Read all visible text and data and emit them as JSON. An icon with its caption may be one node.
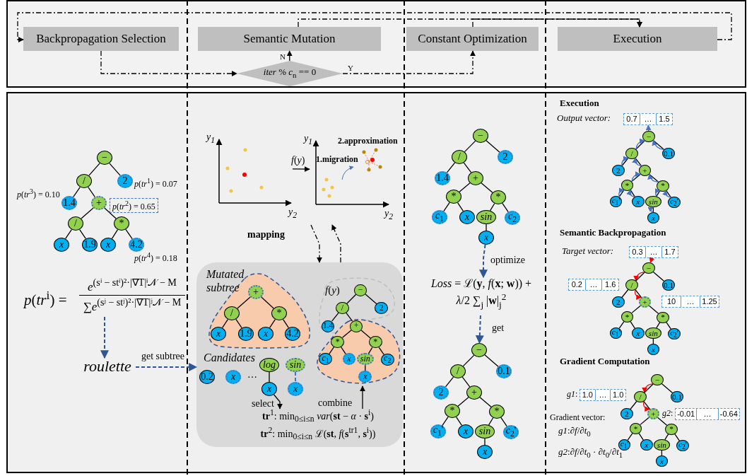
{
  "diagram": {
    "nodes": [
      {
        "text": [
          "Backpropagation Selection"
        ]
      },
      {
        "text": [
          "Semantic Mutation"
        ]
      },
      {
        "text": [
          "Constant Optimization"
        ]
      },
      {
        "text": [
          "Execution"
        ]
      },
      {
        "text": [
          "*iter* % *c*$_{n}$ == 0"
        ]
      },
      {
        "text": [
          "−"
        ]
      },
      {
        "text": [
          "/"
        ]
      },
      {
        "text": [
          "2"
        ],
        "beside": [
          "*p*(*tr*$^{1}$) = 0.07"
        ]
      },
      {
        "text": [
          "1.4"
        ],
        "beside": [
          "*p*(*tr*$^{3}$) = 0.10"
        ]
      },
      {
        "text": [
          "+"
        ],
        "beside": [
          "*p*(*tr*$^{2}$) = 0.65"
        ]
      },
      {
        "text": [
          "/"
        ]
      },
      {
        "text": [
          "*"
        ]
      },
      {
        "text": [
          "x"
        ]
      },
      {
        "text": [
          "1.9"
        ]
      },
      {
        "text": [
          "x"
        ]
      },
      {
        "text": [
          "4.2"
        ],
        "beside": [
          "*p*(*tr*$^{4}$) = 0.18"
        ]
      },
      {
        "text": [
          "*p*(*tr*$^{i}$) =",
          "*e*$^{(sⁱ − stⁱ)²·|∇T|ⁱ𝒩 − M}$",
          "∑*e*$^{(sʲ − stʲ)²·|∇T|ʲ𝒩 − M}$"
        ]
      },
      {
        "text": [
          "roulette"
        ]
      },
      {
        "text": [],
        "shape": "box"
      },
      {
        "text": [
          "Mutated subtree"
        ],
        "in": 18
      },
      {
        "text": [
          "+"
        ],
        "in": 19
      },
      {
        "text": [
          "/"
        ],
        "in": 19
      },
      {
        "text": [
          "*"
        ],
        "in": 19
      },
      {
        "text": [
          "x"
        ],
        "in": 19
      },
      {
        "text": [
          "1.9"
        ],
        "in": 19
      },
      {
        "text": [
          "x"
        ],
        "in": 19
      },
      {
        "text": [
          "4.2"
        ],
        "in": 19
      },
      {
        "text": [
          "*f*(*y*)"
        ],
        "in": 18
      },
      {
        "text": [
          "−"
        ],
        "in": 27
      },
      {
        "text": [
          "/"
        ],
        "in": 27
      },
      {
        "text": [
          "2"
        ],
        "in": 27
      },
      {
        "text": [
          "1.4"
        ],
        "in": 27
      },
      {
        "text": [],
        "shape": "cloud",
        "in": 18
      },
      {
        "text": [
          "+"
        ],
        "in": 32
      },
      {
        "text": [
          "*"
        ],
        "in": 32
      },
      {
        "text": [
          "*"
        ],
        "in": 32
      },
      {
        "text": [
          "*c*$_{1}$"
        ],
        "in": 32
      },
      {
        "text": [
          "x"
        ],
        "in": 32
      },
      {
        "text": [
          "sin"
        ],
        "in": 32
      },
      {
        "text": [
          "*c*$_{2}$"
        ],
        "in": 32
      },
      {
        "text": [
          "x"
        ],
        "in": 32
      },
      {
        "text": [
          "0.2"
        ],
        "in": 18
      },
      {
        "text": [
          "x"
        ],
        "in": 18
      },
      {
        "text": [
          "log"
        ],
        "in": 18
      },
      {
        "text": [
          "x"
        ],
        "in": 18
      },
      {
        "text": [
          "sin"
        ],
        "in": 18
      },
      {
        "text": [
          "x"
        ],
        "in": 18
      },
      {
        "text": [
          "**tr**$^{1}$: min$_{0≤i≤n}$ *var*(**st** − *α* · **s**$^{i}$)",
          "**tr**$^{2}$: min$_{0≤i≤n}$ ℒ(**st**, *f*(**s**$^{tr1}$, **s**$^{i}$))"
        ],
        "in": 18
      },
      {
        "text": [
          "−"
        ]
      },
      {
        "text": [
          "/"
        ]
      },
      {
        "text": [
          "2"
        ]
      },
      {
        "text": [
          "1.4"
        ]
      },
      {
        "text": [
          "+"
        ]
      },
      {
        "text": [
          "*"
        ]
      },
      {
        "text": [
          "*"
        ]
      },
      {
        "text": [
          "*c*$_{1}$"
        ]
      },
      {
        "text": [
          "x"
        ]
      },
      {
        "text": [
          "sin"
        ]
      },
      {
        "text": [
          "*c*$_{2}$"
        ]
      },
      {
        "text": [
          "x"
        ]
      },
      {
        "text": [
          "*Loss* = ℒ(**y**, *f*(**x**; **w**)) +",
          "*λ*/2 ∑$_{j}$ |**w**|$_{j}$$^{2}$"
        ]
      },
      {
        "text": [
          "−"
        ]
      },
      {
        "text": [
          "/"
        ]
      },
      {
        "text": [
          "0.1"
        ]
      },
      {
        "text": [
          "2"
        ]
      },
      {
        "text": [
          "+"
        ]
      },
      {
        "text": [
          "*"
        ]
      },
      {
        "text": [
          "*"
        ]
      },
      {
        "text": [
          "*c*$_{1}$'"
        ]
      },
      {
        "text": [
          "x"
        ]
      },
      {
        "text": [
          "sin"
        ]
      },
      {
        "text": [
          "*c*$_{2}$'"
        ]
      },
      {
        "text": [
          "x"
        ]
      },
      {
        "text": [
          "0.7",
          "…",
          "1.5"
        ]
      },
      {
        "text": [
          "−"
        ]
      },
      {
        "text": [
          "/"
        ]
      },
      {
        "text": [
          "0.1"
        ]
      },
      {
        "text": [
          "2"
        ]
      },
      {
        "text": [
          "+"
        ]
      },
      {
        "text": [
          "*"
        ]
      },
      {
        "text": [
          "*"
        ]
      },
      {
        "text": [
          "*c*$_{1}$'"
        ]
      },
      {
        "text": [
          "x"
        ]
      },
      {
        "text": [
          "sin"
        ]
      },
      {
        "text": [
          "*c*$_{2}$'"
        ]
      },
      {
        "text": [
          "x"
        ]
      },
      {
        "text": [
          "0.3",
          "…",
          "1.7"
        ]
      },
      {
        "text": [
          "−"
        ]
      },
      {
        "text": [
          "/"
        ]
      },
      {
        "text": [
          "0.1"
        ]
      },
      {
        "text": [
          "2"
        ]
      },
      {
        "text": [
          "+"
        ]
      },
      {
        "text": [
          "*"
        ]
      },
      {
        "text": [
          "*"
        ]
      },
      {
        "text": [
          "*c*$_{1}$'"
        ]
      },
      {
        "text": [
          "x"
        ]
      },
      {
        "text": [
          "sin"
        ]
      },
      {
        "text": [
          "*c*$_{2}$'"
        ]
      },
      {
        "text": [
          "x"
        ]
      },
      {
        "text": [
          "0.2",
          "…",
          "1.6"
        ]
      },
      {
        "text": [
          "10",
          "…",
          "1.25"
        ]
      },
      {
        "text": [
          "−"
        ]
      },
      {
        "text": [
          "/"
        ]
      },
      {
        "text": [
          "0.1"
        ]
      },
      {
        "text": [
          "2"
        ]
      },
      {
        "text": [
          "+"
        ]
      },
      {
        "text": [
          "*"
        ]
      },
      {
        "text": [
          "*"
        ]
      },
      {
        "text": [
          "*c*$_{1}$'"
        ]
      },
      {
        "text": [
          "x"
        ]
      },
      {
        "text": [
          "sin"
        ]
      },
      {
        "text": [
          "*c*$_{2}$'"
        ]
      },
      {
        "text": [
          "x"
        ]
      },
      {
        "text": [
          "1.0",
          "…",
          "1.0"
        ],
        "beside": [
          "*g1*:"
        ]
      },
      {
        "text": [
          "-0.01",
          "…",
          "-0.64"
        ],
        "beside": [
          "*g2*:"
        ]
      },
      {
        "text": [],
        "shape": "picture"
      },
      {
        "text": [],
        "shape": "picture"
      }
    ],
    "edges": [
      {
        "from": 0,
        "to": 4,
        "arrow": "to",
        "style": "dashed"
      },
      {
        "from": 4,
        "to": 1,
        "arrow": "to",
        "style": "dashed",
        "label": "N"
      },
      {
        "from": 4,
        "to": 2,
        "arrow": "to",
        "style": "dashed",
        "label": "Y"
      },
      {
        "from": 1,
        "to": 3,
        "arrow": "to",
        "style": "dashed"
      },
      {
        "from": 2,
        "to": 3,
        "arrow": "to",
        "style": "dashed"
      },
      {
        "from": 3,
        "to": 0,
        "arrow": "to",
        "style": "dashed"
      },
      {
        "from": 5,
        "to": 6,
        "arrow": "none"
      },
      {
        "from": 5,
        "to": 7,
        "arrow": "none"
      },
      {
        "from": 6,
        "to": 8,
        "arrow": "none"
      },
      {
        "from": 6,
        "to": 9,
        "arrow": "none"
      },
      {
        "from": 9,
        "to": 10,
        "arrow": "none"
      },
      {
        "from": 9,
        "to": 11,
        "arrow": "none"
      },
      {
        "from": 10,
        "to": 12,
        "arrow": "none"
      },
      {
        "from": 10,
        "to": 13,
        "arrow": "none"
      },
      {
        "from": 11,
        "to": 14,
        "arrow": "none"
      },
      {
        "from": 11,
        "to": 15,
        "arrow": "none"
      },
      {
        "from": 16,
        "to": 17,
        "arrow": "to",
        "style": "dashed",
        "color": "#2f5597"
      },
      {
        "from": 17,
        "to": 18,
        "arrow": "to",
        "style": "dashed",
        "color": "#2f5597",
        "label": "get subtree"
      },
      {
        "from": 20,
        "to": 21,
        "arrow": "none"
      },
      {
        "from": 20,
        "to": 22,
        "arrow": "none"
      },
      {
        "from": 21,
        "to": 23,
        "arrow": "none"
      },
      {
        "from": 21,
        "to": 24,
        "arrow": "none"
      },
      {
        "from": 22,
        "to": 25,
        "arrow": "none"
      },
      {
        "from": 22,
        "to": 26,
        "arrow": "none"
      },
      {
        "from": 28,
        "to": 29,
        "arrow": "none"
      },
      {
        "from": 28,
        "to": 30,
        "arrow": "none"
      },
      {
        "from": 29,
        "to": 31,
        "arrow": "none"
      },
      {
        "from": 29,
        "to": 33,
        "arrow": "none"
      },
      {
        "from": 33,
        "to": 34,
        "arrow": "none"
      },
      {
        "from": 33,
        "to": 35,
        "arrow": "none"
      },
      {
        "from": 34,
        "to": 36,
        "arrow": "none"
      },
      {
        "from": 34,
        "to": 37,
        "arrow": "none"
      },
      {
        "from": 35,
        "to": 38,
        "arrow": "none"
      },
      {
        "from": 35,
        "to": 39,
        "arrow": "none"
      },
      {
        "from": 38,
        "to": 40,
        "arrow": "none"
      },
      {
        "from": 43,
        "to": 44,
        "arrow": "none"
      },
      {
        "from": 45,
        "to": 46,
        "arrow": "none",
        "style": "dashed",
        "color": "#4472c4"
      },
      {
        "from": 44,
        "to": 47,
        "arrow": "to",
        "label": "select"
      },
      {
        "from": 47,
        "to": 32,
        "arrow": "to",
        "label": "combine"
      },
      {
        "from": 48,
        "to": 49,
        "arrow": "none"
      },
      {
        "from": 48,
        "to": 50,
        "arrow": "none"
      },
      {
        "from": 49,
        "to": 51,
        "arrow": "none"
      },
      {
        "from": 49,
        "to": 52,
        "arrow": "none"
      },
      {
        "from": 52,
        "to": 53,
        "arrow": "none"
      },
      {
        "from": 52,
        "to": 54,
        "arrow": "none"
      },
      {
        "from": 53,
        "to": 55,
        "arrow": "none"
      },
      {
        "from": 53,
        "to": 56,
        "arrow": "none"
      },
      {
        "from": 54,
        "to": 57,
        "arrow": "none"
      },
      {
        "from": 54,
        "to": 58,
        "arrow": "none"
      },
      {
        "from": 57,
        "to": 59,
        "arrow": "none"
      },
      {
        "from": 59,
        "to": 60,
        "arrow": "to",
        "style": "dashed",
        "color": "#2f5597",
        "label": "optimize"
      },
      {
        "from": 60,
        "to": 61,
        "arrow": "to",
        "style": "dashed",
        "color": "#2f5597",
        "label": "get"
      },
      {
        "from": 61,
        "to": 62,
        "arrow": "none"
      },
      {
        "from": 61,
        "to": 63,
        "arrow": "none"
      },
      {
        "from": 62,
        "to": 64,
        "arrow": "none"
      },
      {
        "from": 62,
        "to": 65,
        "arrow": "none"
      },
      {
        "from": 65,
        "to": 66,
        "arrow": "none"
      },
      {
        "from": 65,
        "to": 67,
        "arrow": "none"
      },
      {
        "from": 66,
        "to": 68,
        "arrow": "none"
      },
      {
        "from": 66,
        "to": 69,
        "arrow": "none"
      },
      {
        "from": 67,
        "to": 70,
        "arrow": "none"
      },
      {
        "from": 67,
        "to": 71,
        "arrow": "none"
      },
      {
        "from": 70,
        "to": 72,
        "arrow": "none"
      },
      {
        "from": 74,
        "to": 73,
        "arrow": "to",
        "color": "#4472c4"
      },
      {
        "from": 74,
        "to": 75,
        "arrow": "none"
      },
      {
        "from": 74,
        "to": 76,
        "arrow": "none"
      },
      {
        "from": 75,
        "to": 77,
        "arrow": "none"
      },
      {
        "from": 75,
        "to": 78,
        "arrow": "none"
      },
      {
        "from": 78,
        "to": 79,
        "arrow": "none"
      },
      {
        "from": 78,
        "to": 80,
        "arrow": "none"
      },
      {
        "from": 79,
        "to": 81,
        "arrow": "none"
      },
      {
        "from": 79,
        "to": 82,
        "arrow": "none"
      },
      {
        "from": 80,
        "to": 83,
        "arrow": "none"
      },
      {
        "from": 80,
        "to": 84,
        "arrow": "none"
      },
      {
        "from": 83,
        "to": 85,
        "arrow": "none"
      },
      {
        "from": 75,
        "to": 74,
        "arrow": "to",
        "color": "#4472c4"
      },
      {
        "from": 76,
        "to": 74,
        "arrow": "to",
        "color": "#4472c4"
      },
      {
        "from": 77,
        "to": 75,
        "arrow": "to",
        "color": "#4472c4"
      },
      {
        "from": 78,
        "to": 75,
        "arrow": "to",
        "color": "#4472c4"
      },
      {
        "from": 79,
        "to": 78,
        "arrow": "to",
        "color": "#4472c4"
      },
      {
        "from": 80,
        "to": 78,
        "arrow": "to",
        "color": "#4472c4"
      },
      {
        "from": 81,
        "to": 79,
        "arrow": "to",
        "color": "#4472c4"
      },
      {
        "from": 82,
        "to": 79,
        "arrow": "to",
        "color": "#4472c4"
      },
      {
        "from": 83,
        "to": 80,
        "arrow": "to",
        "color": "#4472c4"
      },
      {
        "from": 84,
        "to": 80,
        "arrow": "to",
        "color": "#4472c4"
      },
      {
        "from": 85,
        "to": 83,
        "arrow": "to",
        "color": "#4472c4"
      },
      {
        "from": 86,
        "to": 87,
        "arrow": "to",
        "color": "#ff0000"
      },
      {
        "from": 87,
        "to": 88,
        "arrow": "to",
        "color": "#ff0000"
      },
      {
        "from": 88,
        "to": 91,
        "arrow": "to",
        "color": "#ff0000"
      },
      {
        "from": 87,
        "to": 88,
        "arrow": "none"
      },
      {
        "from": 87,
        "to": 89,
        "arrow": "none"
      },
      {
        "from": 88,
        "to": 90,
        "arrow": "none"
      },
      {
        "from": 88,
        "to": 91,
        "arrow": "none"
      },
      {
        "from": 91,
        "to": 92,
        "arrow": "none"
      },
      {
        "from": 91,
        "to": 93,
        "arrow": "none"
      },
      {
        "from": 92,
        "to": 94,
        "arrow": "none"
      },
      {
        "from": 92,
        "to": 95,
        "arrow": "none"
      },
      {
        "from": 93,
        "to": 96,
        "arrow": "none"
      },
      {
        "from": 93,
        "to": 97,
        "arrow": "none"
      },
      {
        "from": 96,
        "to": 98,
        "arrow": "none"
      },
      {
        "from": 101,
        "to": 102,
        "arrow": "to",
        "color": "#ff0000"
      },
      {
        "from": 102,
        "to": 105,
        "arrow": "to",
        "color": "#ff0000"
      },
      {
        "from": 101,
        "to": 102,
        "arrow": "none"
      },
      {
        "from": 101,
        "to": 103,
        "arrow": "none"
      },
      {
        "from": 102,
        "to": 104,
        "arrow": "none"
      },
      {
        "from": 102,
        "to": 105,
        "arrow": "none"
      },
      {
        "from": 105,
        "to": 106,
        "arrow": "none"
      },
      {
        "from": 105,
        "to": 107,
        "arrow": "none"
      },
      {
        "from": 106,
        "to": 108,
        "arrow": "none"
      },
      {
        "from": 106,
        "to": 109,
        "arrow": "none"
      },
      {
        "from": 107,
        "to": 110,
        "arrow": "none"
      },
      {
        "from": 107,
        "to": 111,
        "arrow": "none"
      },
      {
        "from": 110,
        "to": 112,
        "arrow": "none"
      },
      {
        "from": null,
        "to": 18,
        "arrow": "to",
        "style": "dashed"
      },
      {
        "from": 18,
        "to": null,
        "arrow": "to",
        "style": "dashed"
      },
      {
        "from": 115,
        "to": 116,
        "arrow": "to",
        "label": "*f*(*y*)"
      }
    ],
    "labels": [
      "*y*$_{1}$",
      "*y*$_{2}$",
      "*y*$_{1}$",
      "2.approximation",
      "1.migration",
      "*y*$_{2}$",
      "mapping",
      "Candidates",
      "…",
      "Execution",
      "Output vector:",
      "Semantic Backpropagation",
      "Target vector:",
      "Gradient Computation",
      "Gradient vector:",
      "*g1*:∂*f*/∂*t*$_{0}$",
      "*g2*:∂*f*/∂*t*$_{0}$ · ∂*t*$_{0}$/∂*t*$_{1}$"
    ]
  }
}
